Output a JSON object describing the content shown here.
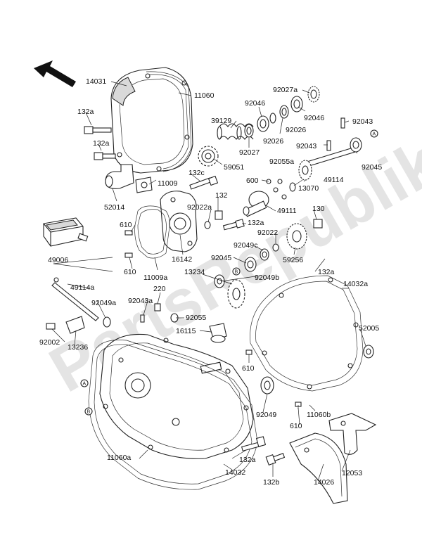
{
  "watermark": "PartsRepublik",
  "callouts": [
    {
      "id": "l-14031",
      "text": "14031"
    },
    {
      "id": "l-11060",
      "text": "11060"
    },
    {
      "id": "l-132a-1",
      "text": "132a"
    },
    {
      "id": "l-132a-2",
      "text": "132a"
    },
    {
      "id": "l-39129",
      "text": "39129"
    },
    {
      "id": "l-92046-1",
      "text": "92046"
    },
    {
      "id": "l-92027a",
      "text": "92027a"
    },
    {
      "id": "l-92046-2",
      "text": "92046"
    },
    {
      "id": "l-92026-1",
      "text": "92026"
    },
    {
      "id": "l-92026-2",
      "text": "92026"
    },
    {
      "id": "l-92027",
      "text": "92027"
    },
    {
      "id": "l-92043-1",
      "text": "92043"
    },
    {
      "id": "l-92043-2",
      "text": "92043"
    },
    {
      "id": "l-59051",
      "text": "59051"
    },
    {
      "id": "l-92045-1",
      "text": "92045"
    },
    {
      "id": "l-11009",
      "text": "11009"
    },
    {
      "id": "l-132c",
      "text": "132c"
    },
    {
      "id": "l-52014",
      "text": "52014"
    },
    {
      "id": "l-600",
      "text": "600"
    },
    {
      "id": "l-92055a",
      "text": "92055a"
    },
    {
      "id": "l-49114",
      "text": "49114"
    },
    {
      "id": "l-13070",
      "text": "13070"
    },
    {
      "id": "l-132",
      "text": "132"
    },
    {
      "id": "l-92022a",
      "text": "92022a"
    },
    {
      "id": "l-49111",
      "text": "49111"
    },
    {
      "id": "l-130",
      "text": "130"
    },
    {
      "id": "l-610-1",
      "text": "610"
    },
    {
      "id": "l-132a-3",
      "text": "132a"
    },
    {
      "id": "l-92022",
      "text": "92022"
    },
    {
      "id": "l-49006",
      "text": "49006"
    },
    {
      "id": "l-16142",
      "text": "16142"
    },
    {
      "id": "l-92049c",
      "text": "92049c"
    },
    {
      "id": "l-59256",
      "text": "59256"
    },
    {
      "id": "l-92045-2",
      "text": "92045"
    },
    {
      "id": "l-610-2",
      "text": "610"
    },
    {
      "id": "l-11009a",
      "text": "11009a"
    },
    {
      "id": "l-13234",
      "text": "13234"
    },
    {
      "id": "l-92049b",
      "text": "92049b"
    },
    {
      "id": "l-132a-4",
      "text": "132a"
    },
    {
      "id": "l-49114a",
      "text": "49114a"
    },
    {
      "id": "l-220",
      "text": "220"
    },
    {
      "id": "l-14032a",
      "text": "14032a"
    },
    {
      "id": "l-92049a",
      "text": "92049a"
    },
    {
      "id": "l-92043a",
      "text": "92043a"
    },
    {
      "id": "l-92055",
      "text": "92055"
    },
    {
      "id": "l-16115",
      "text": "16115"
    },
    {
      "id": "l-52005",
      "text": "52005"
    },
    {
      "id": "l-92002",
      "text": "92002"
    },
    {
      "id": "l-13236",
      "text": "13236"
    },
    {
      "id": "l-610-3",
      "text": "610"
    },
    {
      "id": "l-92049",
      "text": "92049"
    },
    {
      "id": "l-11060b",
      "text": "11060b"
    },
    {
      "id": "l-610-4",
      "text": "610"
    },
    {
      "id": "l-11060a",
      "text": "11060a"
    },
    {
      "id": "l-132a-5",
      "text": "132a"
    },
    {
      "id": "l-12053",
      "text": "12053"
    },
    {
      "id": "l-14032",
      "text": "14032"
    },
    {
      "id": "l-132b",
      "text": "132b"
    },
    {
      "id": "l-14026",
      "text": "14026"
    }
  ],
  "reference_markers": [
    {
      "id": "ref-a-1",
      "text": "A"
    },
    {
      "id": "ref-a-2",
      "text": "A"
    },
    {
      "id": "ref-b-1",
      "text": "B"
    },
    {
      "id": "ref-b-2",
      "text": "B"
    }
  ]
}
